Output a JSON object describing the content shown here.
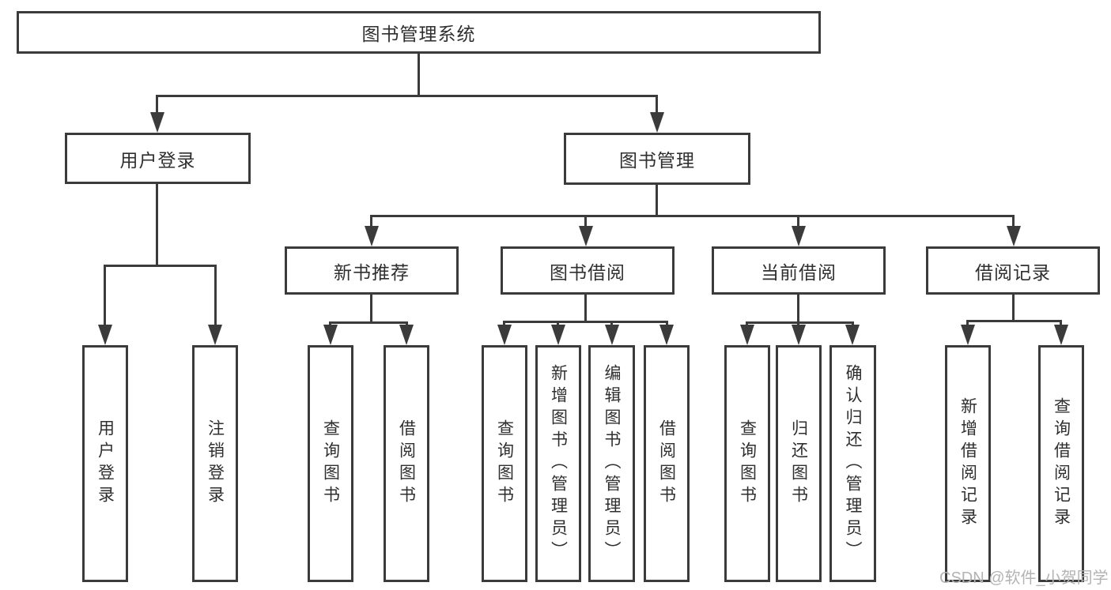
{
  "diagram_title": "图书管理系统",
  "colors": {
    "line": "#3b3b3b",
    "text": "#2f2f2f",
    "watermark": "#b3b3b3",
    "background": "#ffffff"
  },
  "nodes": {
    "root": {
      "label": "图书管理系统"
    },
    "user_login": {
      "label": "用户登录"
    },
    "book_management": {
      "label": "图书管理"
    },
    "new_book_recommend": {
      "label": "新书推荐"
    },
    "book_borrow": {
      "label": "图书借阅"
    },
    "current_borrow": {
      "label": "当前借阅"
    },
    "borrow_records": {
      "label": "借阅记录"
    },
    "leaves": [
      {
        "label": "用户登录",
        "parent": "用户登录"
      },
      {
        "label": "注销登录",
        "parent": "用户登录"
      },
      {
        "label": "查询图书",
        "parent": "新书推荐"
      },
      {
        "label": "借阅图书",
        "parent": "新书推荐"
      },
      {
        "label": "查询图书",
        "parent": "图书借阅"
      },
      {
        "label": "新增图书（管理员）",
        "parent": "图书借阅"
      },
      {
        "label": "编辑图书（管理员）",
        "parent": "图书借阅"
      },
      {
        "label": "借阅图书",
        "parent": "图书借阅"
      },
      {
        "label": "查询图书",
        "parent": "当前借阅"
      },
      {
        "label": "归还图书",
        "parent": "当前借阅"
      },
      {
        "label": "确认归还（管理员）",
        "parent": "当前借阅"
      },
      {
        "label": "新增借阅记录",
        "parent": "借阅记录"
      },
      {
        "label": "查询借阅记录",
        "parent": "借阅记录"
      }
    ]
  },
  "watermark": {
    "text": "CSDN @软件_小贺同学"
  }
}
